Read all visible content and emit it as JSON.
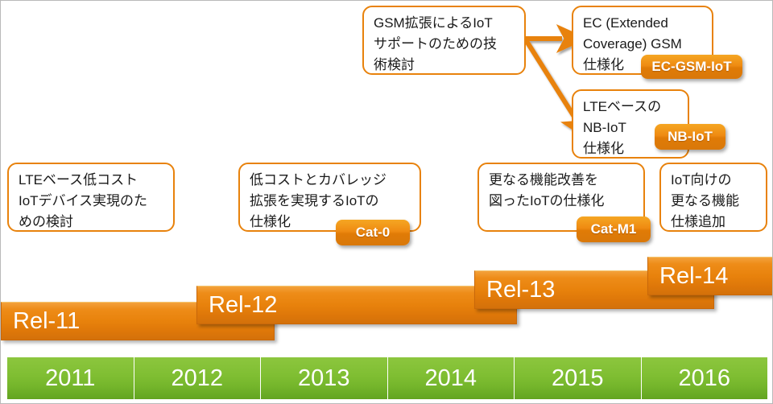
{
  "diagram": {
    "title": "3GPP IoT standardization roadmap",
    "colors": {
      "box_border": "#E8820C",
      "tag_orange": "#E8820C",
      "bar_orange": "#E8820C",
      "year_green": "#7FBE32",
      "arrow": "#E8820C",
      "text": "#1a1a1a"
    },
    "top_boxes": [
      {
        "id": "gsm-study",
        "lines": [
          "GSM拡張によるIoT",
          "サポートのための技",
          "術検討"
        ]
      },
      {
        "id": "ec-gsm-spec",
        "lines": [
          "EC (Extended",
          "Coverage) GSM",
          "仕様化"
        ]
      },
      {
        "id": "nb-iot-spec",
        "lines": [
          "LTEベースの",
          "NB-IoT",
          "仕様化"
        ]
      }
    ],
    "middle_boxes": [
      {
        "id": "lte-lowcost-study",
        "lines": [
          "LTEベース低コスト",
          "IoTデバイス実現のた",
          "めの検討"
        ]
      },
      {
        "id": "cat0-spec",
        "lines": [
          "低コストとカバレッジ",
          "拡張を実現するIoTの",
          "仕様化"
        ]
      },
      {
        "id": "catm1-spec",
        "lines": [
          "更なる機能改善を",
          "図ったIoTの仕様化"
        ]
      },
      {
        "id": "further-features",
        "lines": [
          "IoT向けの",
          "更なる機能",
          "仕様追加"
        ]
      }
    ],
    "tags": [
      {
        "id": "ec-gsm-iot",
        "label": "EC-GSM-IoT"
      },
      {
        "id": "nb-iot",
        "label": "NB-IoT"
      },
      {
        "id": "cat-0",
        "label": "Cat-0"
      },
      {
        "id": "cat-m1",
        "label": "Cat-M1"
      }
    ],
    "release_bars": [
      {
        "id": "rel-11",
        "label": "Rel-11"
      },
      {
        "id": "rel-12",
        "label": "Rel-12"
      },
      {
        "id": "rel-13",
        "label": "Rel-13"
      },
      {
        "id": "rel-14",
        "label": "Rel-14"
      }
    ],
    "years": [
      "2011",
      "2012",
      "2013",
      "2014",
      "2015",
      "2016"
    ]
  }
}
